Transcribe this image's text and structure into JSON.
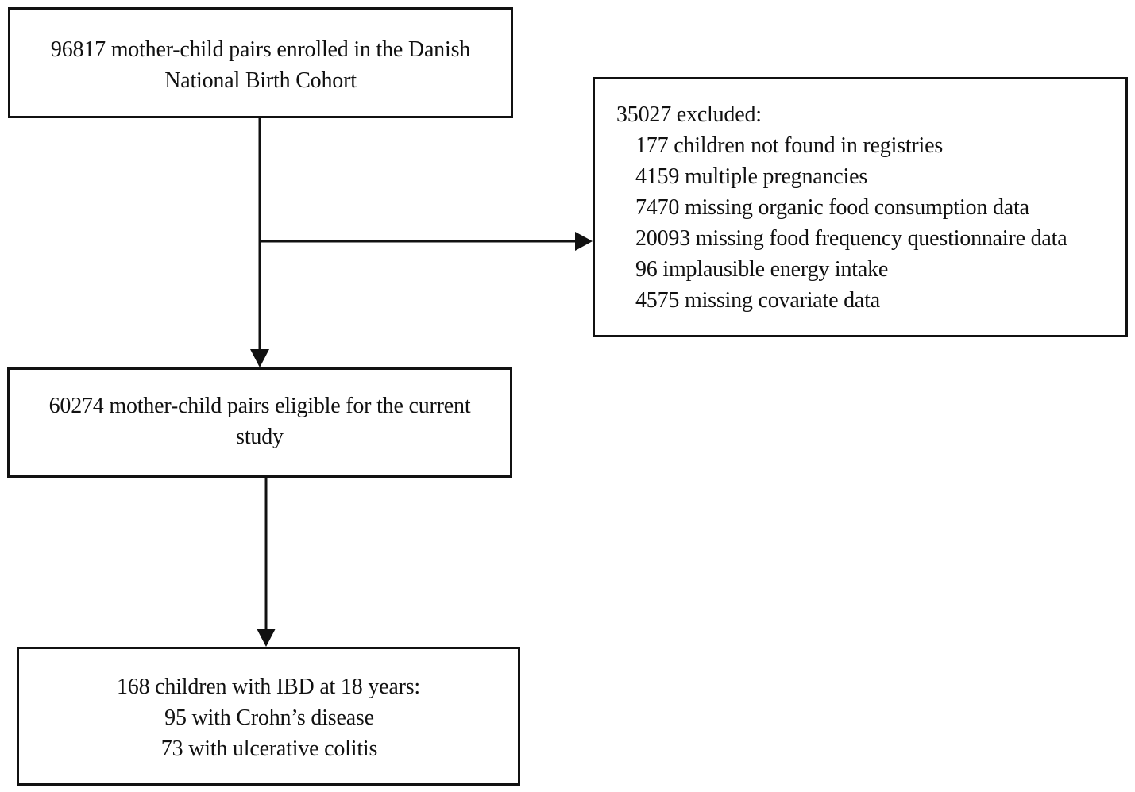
{
  "flowchart": {
    "enrolled": {
      "lines": [
        "96817 mother-child pairs enrolled in the Danish",
        "National Birth Cohort"
      ]
    },
    "excluded": {
      "heading": "35027 excluded:",
      "reasons": [
        "177 children not found in registries",
        "4159 multiple pregnancies",
        "7470 missing organic food consumption data",
        "20093 missing food frequency questionnaire data",
        "96 implausible energy intake",
        "4575 missing covariate data"
      ]
    },
    "eligible": {
      "lines": [
        "60274 mother-child pairs eligible for the current",
        "study"
      ]
    },
    "outcome": {
      "lines": [
        "168 children with IBD at 18 years:",
        "95 with Crohn’s disease",
        "73 with ulcerative colitis"
      ]
    }
  }
}
